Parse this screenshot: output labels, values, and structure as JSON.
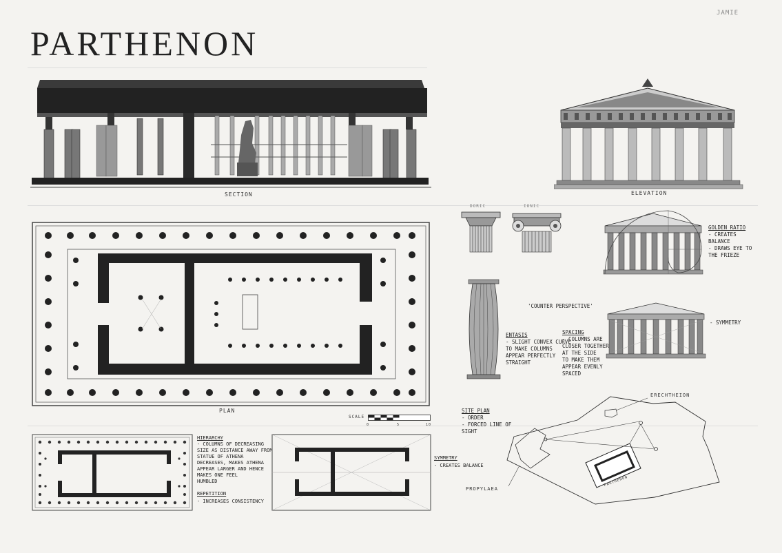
{
  "title": "PARTHENON",
  "author": "JAMIE",
  "labels": {
    "section": "SECTION",
    "elevation": "ELEVATION",
    "plan": "PLAN",
    "scale": "SCALE",
    "scale_ticks": [
      "0",
      "5",
      "10"
    ],
    "doric": "DORIC",
    "ionic": "IONIC",
    "site_plan": "SITE PLAN",
    "erechtheion": "ERECHTHEION",
    "propylaea": "PROPYLAEA",
    "parthenon_site": "PARTHENON"
  },
  "notes": {
    "golden_ratio": {
      "heading": "GOLDEN RATIO",
      "lines": [
        "- CREATES",
        "BALANCE",
        "- DRAWS EYE TO",
        "THE FRIEZE"
      ]
    },
    "counter_perspective": "'COUNTER PERSPECTIVE'",
    "symmetry_right": "- SYMMETRY",
    "entasis": {
      "heading": "ENTASIS",
      "lines": [
        "- SLIGHT CONVEX CURVE",
        "TO MAKE COLUMNS",
        "APPEAR PERFECTLY",
        "STRAIGHT"
      ]
    },
    "spacing": {
      "heading": "SPACING",
      "lines": [
        "- COLUMNS ARE",
        "CLOSER TOGETHER",
        "AT THE SIDE",
        "TO MAKE THEM",
        "APPEAR EVENLY",
        "SPACED"
      ]
    },
    "site": {
      "lines": [
        "- ORDER",
        "- FORCED LINE OF",
        "SIGHT"
      ]
    },
    "hierarchy": {
      "heading": "HIERARCHY",
      "lines": [
        "- COLUMNS OF DECREASING",
        "SIZE AS DISTANCE AWAY FROM",
        "STATUE OF ATHENA",
        "DECREASES, MAKES ATHENA",
        "APPEAR LARGER AND HENCE",
        "MAKES ONE FEEL",
        "HUMBLED"
      ]
    },
    "repetition": {
      "heading": "REPETITION",
      "lines": [
        "- INCREASES CONSISTENCY"
      ]
    },
    "symmetry_bottom": {
      "heading": "SYMMETRY",
      "lines": [
        "- CREATES BALANCE"
      ]
    }
  }
}
